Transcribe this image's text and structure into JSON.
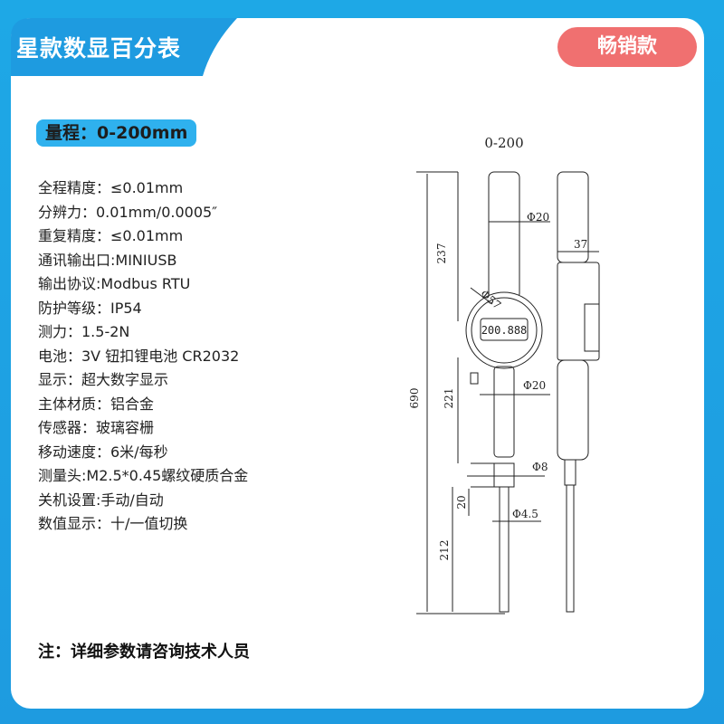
{
  "header": {
    "title": "星款数显百分表",
    "badge": "畅销款"
  },
  "range_label": "量程：0-200mm",
  "specs": [
    "全程精度：≤0.01mm",
    "分辨力：0.01mm/0.0005″",
    "重复精度：≤0.01mm",
    "通讯输出口:MINIUSB",
    "输出协议:Modbus RTU",
    "防护等级：IP54",
    "测力：1.5-2N",
    "电池：3V 钮扣锂电池 CR2032",
    "显示：超大数字显示",
    "主体材质：铝合金",
    "传感器：玻璃容栅",
    "移动速度：6米/每秒",
    "测量头:M2.5*0.45螺纹硬质合金",
    "关机设置:手动/自动",
    "数值显示：十/一值切换"
  ],
  "note": "注：详细参数请咨询技术人员",
  "drawing": {
    "range": "0-200",
    "display": "200.888",
    "dims": {
      "overall": "690",
      "upper": "237",
      "middle": "221",
      "tip_len": "20",
      "lower": "212",
      "depth": "37",
      "phi_top": "Φ20",
      "phi_mid": "Φ20",
      "phi_dial": "Φ57",
      "phi_8": "Φ8",
      "phi_45": "Φ4.5"
    }
  },
  "colors": {
    "primary": "#1ea8e6",
    "badge": "#f07070",
    "chip": "#2fb1ee"
  }
}
